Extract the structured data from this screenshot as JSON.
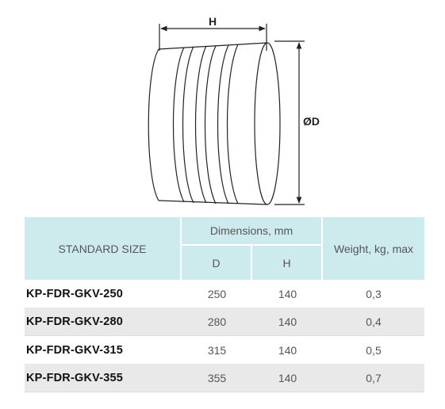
{
  "drawing": {
    "label_h": "H",
    "label_d": "ØD"
  },
  "table": {
    "col_size": "STANDARD SIZE",
    "col_dimensions": "Dimensions, mm",
    "col_d": "D",
    "col_h": "H",
    "col_weight": "Weight, kg, max",
    "rows": [
      {
        "model": "KP-FDR-GKV-250",
        "d": "250",
        "h": "140",
        "weight": "0,3"
      },
      {
        "model": "KP-FDR-GKV-280",
        "d": "280",
        "h": "140",
        "weight": "0,4"
      },
      {
        "model": "KP-FDR-GKV-315",
        "d": "315",
        "h": "140",
        "weight": "0,5"
      },
      {
        "model": "KP-FDR-GKV-355",
        "d": "355",
        "h": "140",
        "weight": "0,7"
      }
    ]
  },
  "colors": {
    "header_bg": "#cdeaed",
    "row_shade": "#e9e9e9",
    "line": "#222222"
  }
}
